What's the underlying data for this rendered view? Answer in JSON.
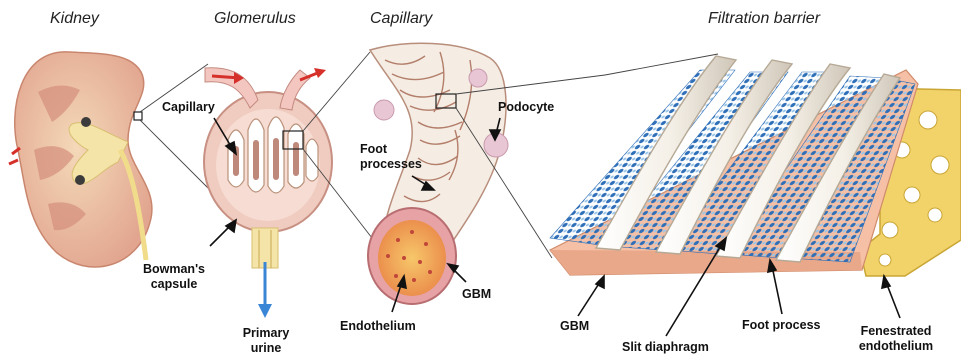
{
  "titles": {
    "kidney": "Kidney",
    "glomerulus": "Glomerulus",
    "capillary": "Capillary",
    "barrier": "Filtration barrier"
  },
  "labels": {
    "capillary": "Capillary",
    "bowmans_capsule": [
      "Bowman's",
      "capsule"
    ],
    "primary_urine": [
      "Primary",
      "urine"
    ],
    "foot_processes": [
      "Foot",
      "processes"
    ],
    "podocyte": "Podocyte",
    "endothelium": "Endothelium",
    "gbm_capillary": "GBM",
    "gbm_barrier": "GBM",
    "slit_diaphragm": "Slit diaphragm",
    "foot_process": "Foot process",
    "fenestrated_endothelium": [
      "Fenestrated",
      "endothelium"
    ]
  },
  "colors": {
    "kidney_outer": "#e8b8a0",
    "kidney_inner": "#f3e3c4",
    "ureter": "#f0dc8a",
    "glomerulus_tissue": "#e9c0b4",
    "vessel": "#f3c6c0",
    "arrow_red": "#d6302a",
    "arrow_blue": "#3a86d6",
    "capillary_wall": "#e7a2a5",
    "lumen": "#f5b24d",
    "podocyte": "#f2d5e8",
    "foot_blue": "#2f6fb8",
    "gbm_pink": "#f5c0a5",
    "endothelium_yellow": "#f2d36a"
  }
}
